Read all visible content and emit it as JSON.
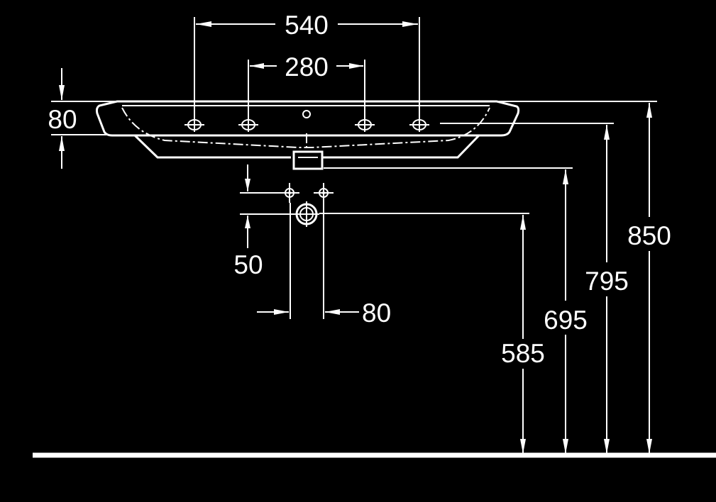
{
  "diagram": {
    "colors": {
      "background": "#000000",
      "lines": "#ffffff"
    },
    "dimensions": {
      "tap_holes_outer": "540",
      "tap_holes_inner": "280",
      "basin_height": "80",
      "supply_vertical": "50",
      "supply_horizontal": "80",
      "waste_height": "585",
      "valve_height": "695",
      "bowl_height": "795",
      "rim_height": "850"
    }
  }
}
